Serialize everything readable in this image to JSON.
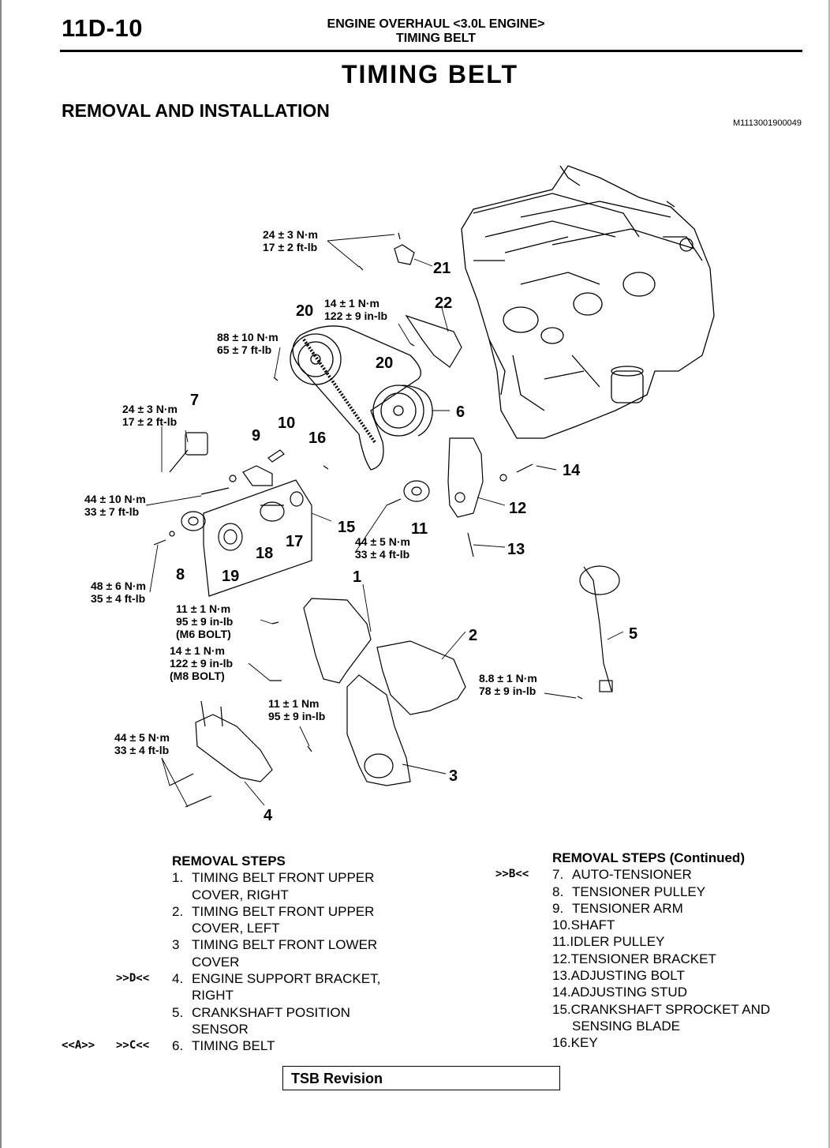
{
  "header": {
    "page_number": "11D-10",
    "section_line1": "ENGINE OVERHAUL <3.0L ENGINE>",
    "section_line2": "TIMING BELT"
  },
  "main_title": "TIMING BELT",
  "section_title": "REMOVAL AND INSTALLATION",
  "doc_id": "M1113001900049",
  "figure_id": "AKX00666AB",
  "torques": [
    {
      "lines": [
        "24 ± 3 N·m",
        "17 ± 2 ft-lb"
      ]
    },
    {
      "lines": [
        "14 ± 1 N·m",
        "122 ± 9 in-lb"
      ]
    },
    {
      "lines": [
        "88 ± 10 N·m",
        "65 ± 7 ft-lb"
      ]
    },
    {
      "lines": [
        "24 ± 3 N·m",
        "17 ± 2 ft-lb"
      ]
    },
    {
      "lines": [
        "44 ± 10 N·m",
        "33 ± 7 ft-lb"
      ]
    },
    {
      "lines": [
        "44 ± 5 N·m",
        "33 ± 4 ft-lb"
      ]
    },
    {
      "lines": [
        "48 ± 6 N·m",
        "35 ± 4 ft-lb"
      ]
    },
    {
      "lines": [
        "11 ± 1 N·m",
        "95 ± 9 in-lb",
        "(M6 BOLT)"
      ]
    },
    {
      "lines": [
        "14 ± 1 N·m",
        "122 ± 9  in-lb",
        "(M8 BOLT)"
      ]
    },
    {
      "lines": [
        "8.8 ± 1 N·m",
        "78 ± 9 in-lb"
      ]
    },
    {
      "lines": [
        "11 ± 1 Nm",
        "95 ± 9 in-lb"
      ]
    },
    {
      "lines": [
        "44 ± 5 N·m",
        "33 ± 4 ft-lb"
      ]
    }
  ],
  "callouts": [
    "21",
    "22",
    "20",
    "20",
    "6",
    "7",
    "9",
    "10",
    "16",
    "14",
    "12",
    "15",
    "11",
    "17",
    "18",
    "19",
    "8",
    "13",
    "1",
    "5",
    "2",
    "3",
    "4"
  ],
  "removal_steps": {
    "heading": "REMOVAL STEPS",
    "items": [
      {
        "ref_a": "",
        "ref_b": "",
        "num": "1.",
        "lines": [
          "TIMING BELT FRONT UPPER",
          "COVER, RIGHT"
        ]
      },
      {
        "ref_a": "",
        "ref_b": "",
        "num": "2.",
        "lines": [
          "TIMING BELT FRONT UPPER",
          "COVER, LEFT"
        ]
      },
      {
        "ref_a": "",
        "ref_b": "",
        "num": "3",
        "lines": [
          "TIMING BELT FRONT LOWER",
          "COVER"
        ]
      },
      {
        "ref_a": "",
        "ref_b": ">>D<<",
        "num": "4.",
        "lines": [
          "ENGINE SUPPORT BRACKET,",
          "RIGHT"
        ]
      },
      {
        "ref_a": "",
        "ref_b": "",
        "num": "5.",
        "lines": [
          "CRANKSHAFT POSITION",
          "SENSOR"
        ]
      },
      {
        "ref_a": "<<A>>",
        "ref_b": ">>C<<",
        "num": "6.",
        "lines": [
          "TIMING BELT"
        ]
      }
    ]
  },
  "removal_steps_cont": {
    "heading": "REMOVAL STEPS (Continued)",
    "items": [
      {
        "ref": ">>B<<",
        "num": "7.",
        "text": "AUTO-TENSIONER",
        "cont": ""
      },
      {
        "ref": "",
        "num": "8.",
        "text": "TENSIONER PULLEY",
        "cont": ""
      },
      {
        "ref": "",
        "num": "9.",
        "text": "TENSIONER ARM",
        "cont": ""
      },
      {
        "ref": "",
        "num": "10.",
        "text": "SHAFT",
        "cont": ""
      },
      {
        "ref": "",
        "num": "11.",
        "text": "IDLER PULLEY",
        "cont": ""
      },
      {
        "ref": "",
        "num": "12.",
        "text": "TENSIONER BRACKET",
        "cont": ""
      },
      {
        "ref": "",
        "num": "13.",
        "text": "ADJUSTING BOLT",
        "cont": ""
      },
      {
        "ref": "",
        "num": "14.",
        "text": "ADJUSTING STUD",
        "cont": ""
      },
      {
        "ref": "",
        "num": "15.",
        "text": "CRANKSHAFT SPROCKET AND",
        "cont": "SENSING BLADE"
      },
      {
        "ref": "",
        "num": "16.",
        "text": "KEY",
        "cont": ""
      }
    ]
  },
  "footer": {
    "tsb_label": "TSB Revision"
  }
}
